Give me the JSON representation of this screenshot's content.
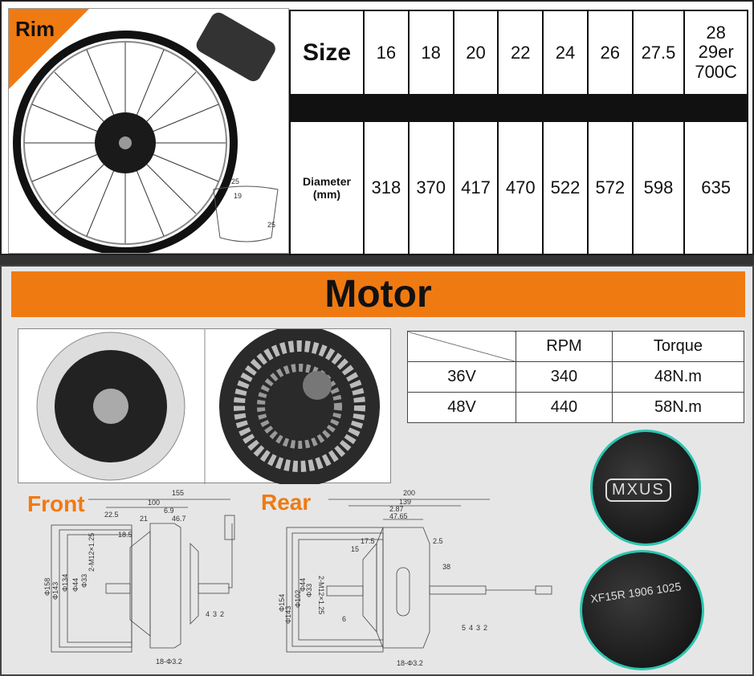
{
  "rim": {
    "label": "Rim",
    "profile": {
      "top_width": "25",
      "inner_width": "19",
      "height": "25"
    }
  },
  "size_table": {
    "size_label": "Size",
    "sizes": [
      "16",
      "18",
      "20",
      "22",
      "24",
      "26",
      "27.5"
    ],
    "last_size": [
      "28",
      "29er",
      "700C"
    ],
    "diameter_label": [
      "Diameter",
      "(mm)"
    ],
    "diameters": [
      "318",
      "370",
      "417",
      "470",
      "522",
      "572",
      "598",
      "635"
    ]
  },
  "motor": {
    "title": "Motor",
    "spec_table": {
      "headers": [
        "RPM",
        "Torque"
      ],
      "rows": [
        {
          "voltage": "36V",
          "rpm": "340",
          "torque": "48N.m"
        },
        {
          "voltage": "48V",
          "rpm": "440",
          "torque": "58N.m"
        }
      ]
    },
    "front": {
      "label": "Front",
      "dims": [
        "155",
        "100",
        "22.5",
        "21",
        "6.9",
        "46.7",
        "18.5",
        "2-M12×1.25",
        "Φ158",
        "Φ143",
        "Φ134",
        "Φ44",
        "Φ33",
        "4",
        "3",
        "2",
        "18-Φ3.2"
      ]
    },
    "rear": {
      "label": "Rear",
      "dims": [
        "200",
        "139",
        "2.87",
        "47.65",
        "17.5",
        "15",
        "2.5",
        "38",
        "2-M12×1.25",
        "Φ154",
        "Φ143",
        "Φ102",
        "Φ44",
        "Φ33",
        "6",
        "5",
        "4",
        "3",
        "2",
        "18-Φ3.2"
      ]
    },
    "brand": "MXUS",
    "serial": "XF15R 1906 1025"
  },
  "colors": {
    "accent": "#f07a12",
    "teal": "#2bc6b0"
  }
}
